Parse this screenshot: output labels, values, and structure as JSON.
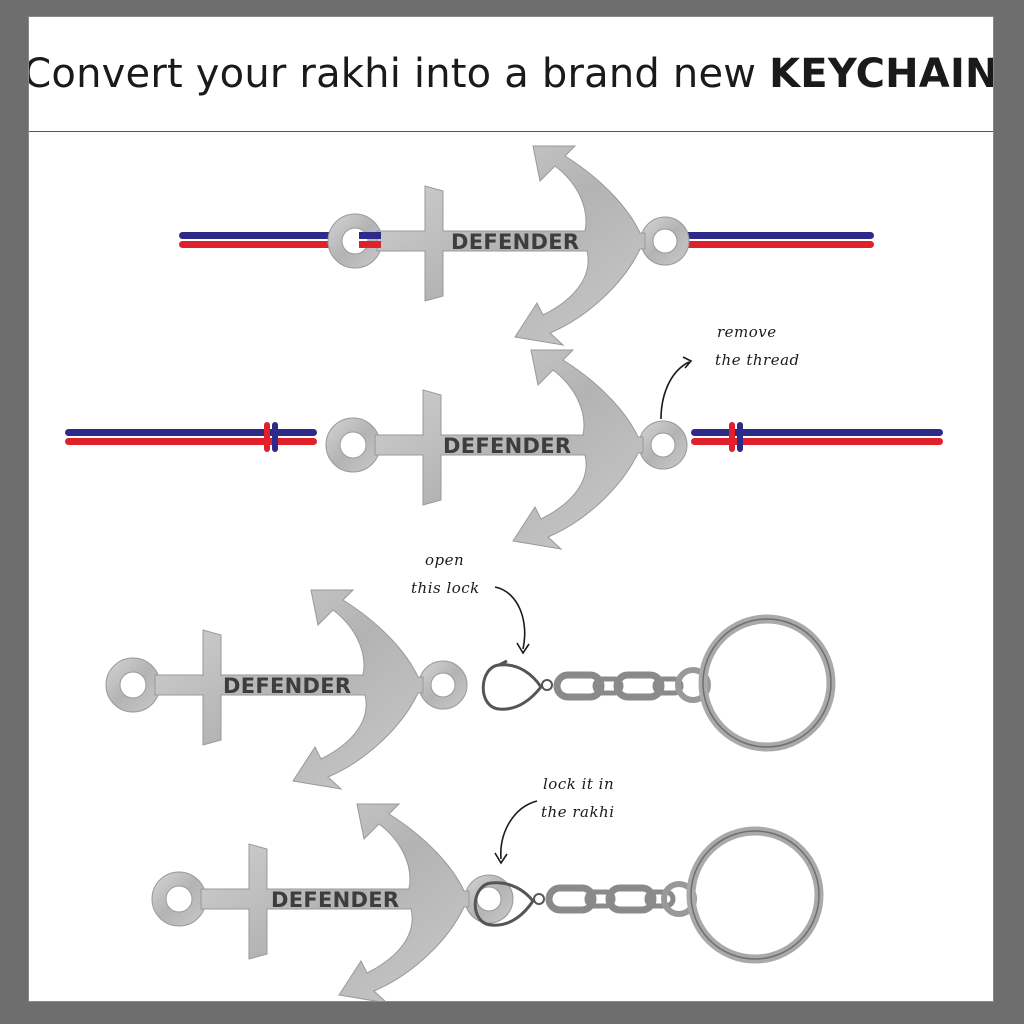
{
  "header": {
    "title_lead": "Convert your rakhi into a brand new",
    "title_emphasis": "KEYCHAIN"
  },
  "brand_label": "DEFENDER",
  "notes": {
    "remove_line1": "remove",
    "remove_line2": "the thread",
    "open_line1": "open",
    "open_line2": "this lock",
    "lockin_line1": "lock it in",
    "lockin_line2": "the rakhi"
  },
  "colors": {
    "thread_blue": "#2e2a8a",
    "thread_red": "#e0202a",
    "metal": "#b9b9b9",
    "metal_dark": "#8a8a8a"
  },
  "steps": [
    {
      "name": "rakhi-with-thread"
    },
    {
      "name": "thread-removed"
    },
    {
      "name": "lock-opened"
    },
    {
      "name": "keychain-assembled"
    }
  ]
}
